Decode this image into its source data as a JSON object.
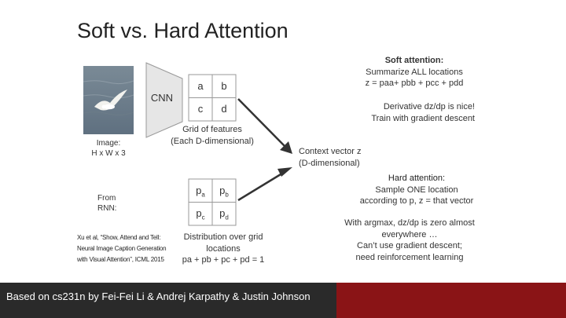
{
  "slide": {
    "title": "Soft vs. Hard Attention",
    "image_label": [
      "Image:",
      "H x W x 3"
    ],
    "cnn_label": "CNN",
    "grid_cells": [
      "a",
      "b",
      "c",
      "d"
    ],
    "grid_caption": [
      "Grid of features",
      "(Each D-dimensional)"
    ],
    "rnn_label": [
      "From",
      "RNN:"
    ],
    "prob_cells": [
      {
        "base": "p",
        "sub": "a"
      },
      {
        "base": "p",
        "sub": "b"
      },
      {
        "base": "p",
        "sub": "c"
      },
      {
        "base": "p",
        "sub": "d"
      }
    ],
    "distribution_caption": [
      "Distribution over grid",
      "locations"
    ],
    "distribution_formula": "pa + pb + pc + pd = 1",
    "citation": [
      "Xu et al, “Show, Attend and Tell:",
      "Neural Image Caption Generation",
      "with Visual Attention”, ICML 2015"
    ],
    "context_vector": [
      "Context vector z",
      "(D-dimensional)"
    ],
    "soft_heading": "Soft attention:",
    "soft_lines": [
      "Summarize ALL locations",
      "z = paa+ pbb + pcc + pdd"
    ],
    "soft_derivative": [
      "Derivative dz/dp is nice!",
      "Train with gradient descent"
    ],
    "hard_heading": "Hard attention:",
    "hard_lines": [
      "Sample ONE location",
      "according to p, z = that vector"
    ],
    "hard_argmax": [
      "With argmax, dz/dp is zero almost",
      "everywhere …",
      "Can’t use gradient descent;",
      "need reinforcement learning"
    ],
    "footer": "Based on cs231n by Fei-Fei Li & Andrej Karpathy & Justin Johnson",
    "colors": {
      "footer_dark": "#2a2a2a",
      "footer_red": "#8a1416",
      "cnn_fill": "#e6e6e6"
    }
  }
}
